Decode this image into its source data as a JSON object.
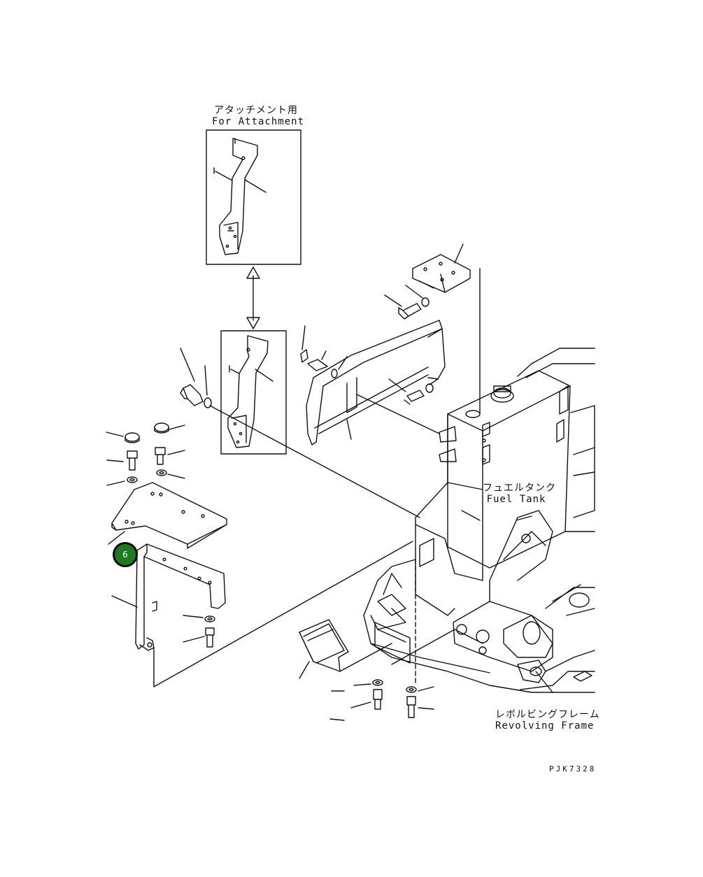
{
  "labels": {
    "attachment_jp": "アタッチメント用",
    "attachment_en": "For Attachment",
    "fuel_tank_jp": "フュエルタンク",
    "fuel_tank_en": "Fuel Tank",
    "revolving_frame_jp": "レボルビングフレーム",
    "revolving_frame_en": "Revolving Frame",
    "drawing_code": "PJK7328"
  },
  "callout": {
    "number": "6",
    "color": "#1e7a1e"
  },
  "colors": {
    "line": "#111111",
    "background": "#ffffff"
  }
}
